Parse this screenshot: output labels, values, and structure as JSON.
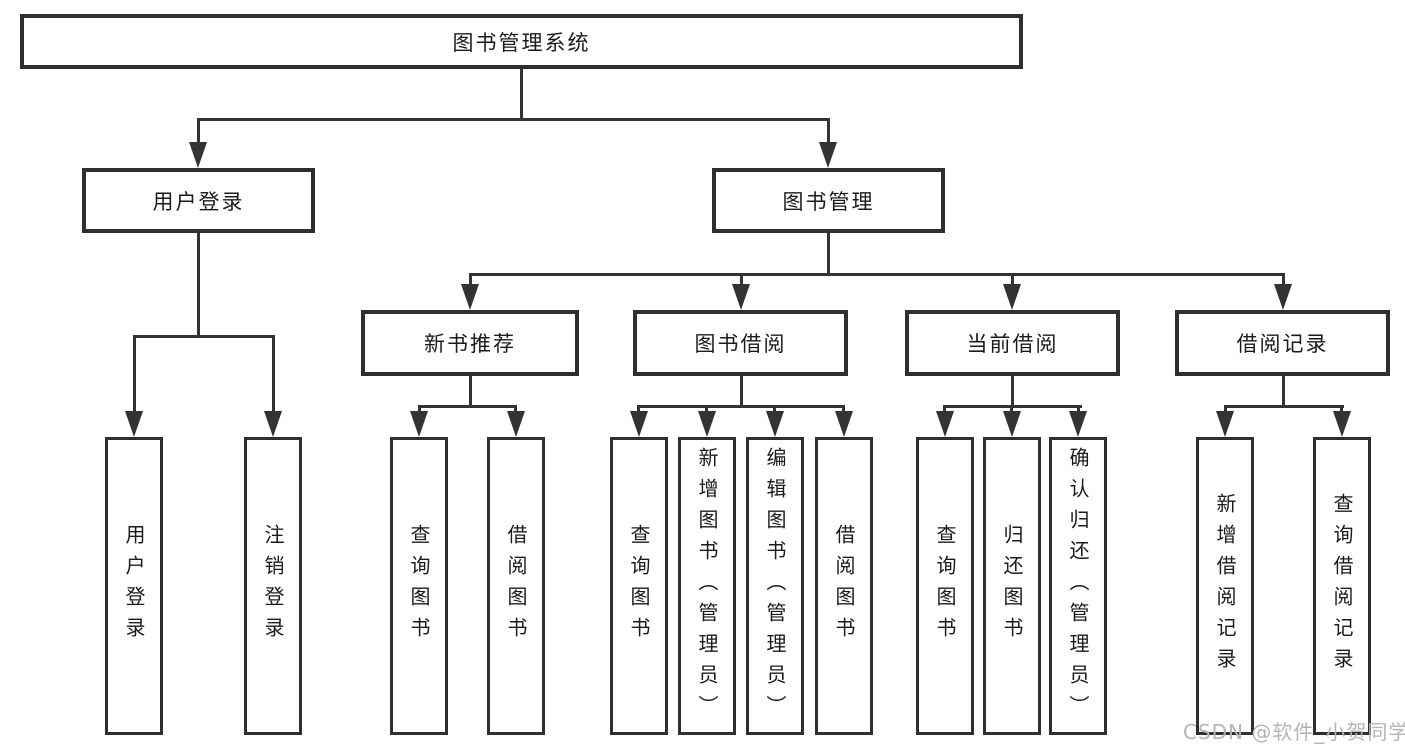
{
  "diagram": {
    "root": {
      "label": "图书管理系统",
      "children": [
        {
          "label": "用户登录",
          "children": [
            {
              "label": "用户登录"
            },
            {
              "label": "注销登录"
            }
          ]
        },
        {
          "label": "图书管理",
          "children": [
            {
              "label": "新书推荐",
              "children": [
                {
                  "label": "查询图书"
                },
                {
                  "label": "借阅图书"
                }
              ]
            },
            {
              "label": "图书借阅",
              "children": [
                {
                  "label": "查询图书"
                },
                {
                  "label": "新增图书（管理员）"
                },
                {
                  "label": "编辑图书（管理员）"
                },
                {
                  "label": "借阅图书"
                }
              ]
            },
            {
              "label": "当前借阅",
              "children": [
                {
                  "label": "查询图书"
                },
                {
                  "label": "归还图书"
                },
                {
                  "label": "确认归还（管理员）"
                }
              ]
            },
            {
              "label": "借阅记录",
              "children": [
                {
                  "label": "新增借阅记录"
                },
                {
                  "label": "查询借阅记录"
                }
              ]
            }
          ]
        }
      ]
    }
  },
  "watermark": {
    "text": "CSDN @软件_小贺同学"
  },
  "colors": {
    "line": "#333333",
    "box_border": "#2f2f2f",
    "text": "#1b1b1b",
    "background": "#ffffff",
    "watermark": "#b5b5b5"
  }
}
